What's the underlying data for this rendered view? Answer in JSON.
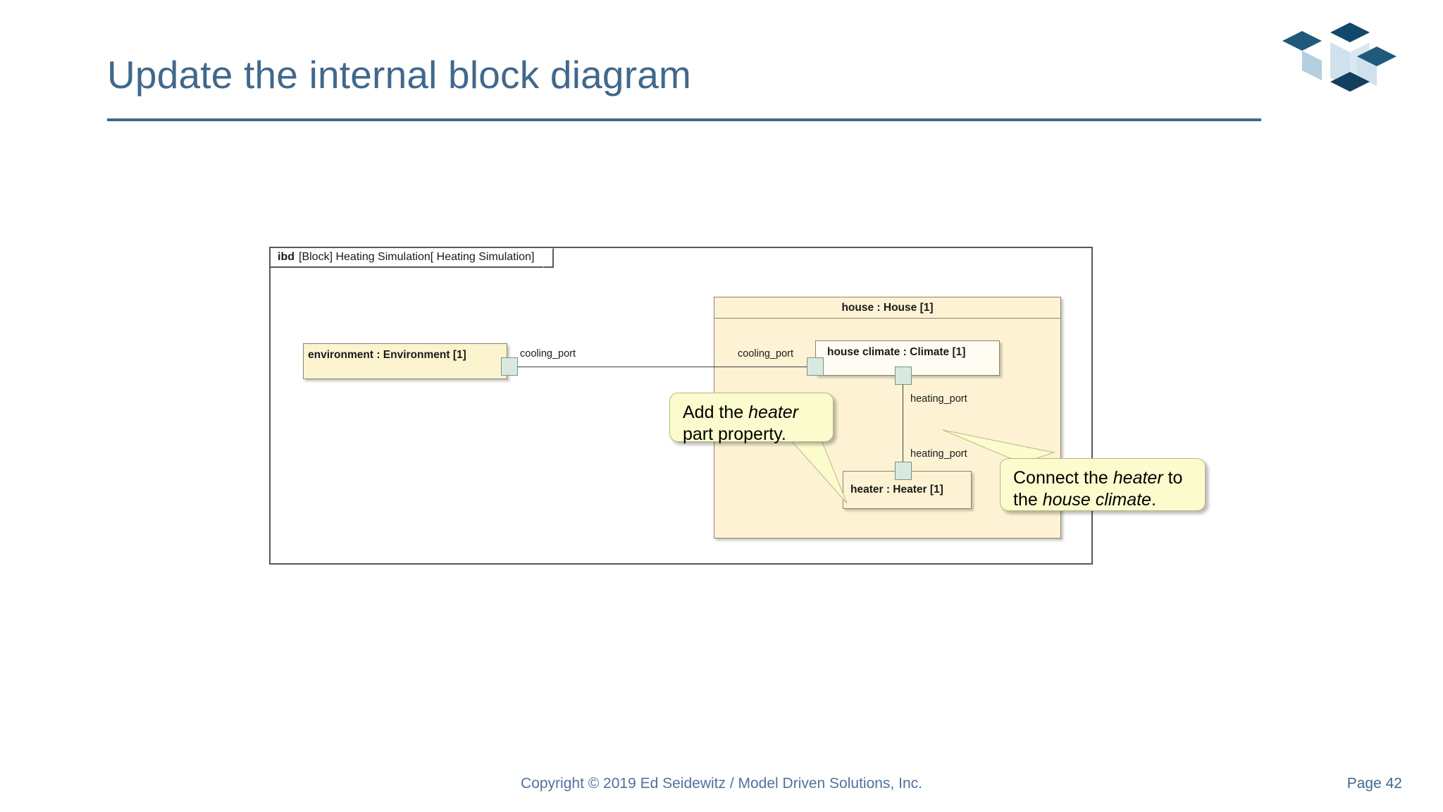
{
  "slide": {
    "title": "Update the internal block diagram",
    "accent_color": "#41688c",
    "page_label": "Page 42",
    "copyright": "Copyright © 2019 Ed Seidewitz / Model Driven Solutions, Inc."
  },
  "logo": {
    "name": "model-driven-solutions-logo",
    "dark_color": "#1f5a7d",
    "light_color": "#b3cfe0"
  },
  "diagram": {
    "header": {
      "keyword": "ibd",
      "text": "[Block] Heating Simulation[ Heating Simulation]"
    },
    "blocks": [
      {
        "id": "environment",
        "label": "environment : Environment [1]",
        "fill": "#fcf3cf"
      },
      {
        "id": "house",
        "label": "house : House [1]",
        "fill": "#fdf3d4"
      },
      {
        "id": "house_climate",
        "label": "house climate : Climate [1]",
        "fill": "#fffdf3"
      },
      {
        "id": "heater",
        "label": "heater : Heater [1]",
        "fill": "#fdf3d4"
      }
    ],
    "port_labels": {
      "environment_cooling": "cooling_port",
      "house_cooling": "cooling_port",
      "climate_heating": "heating_port",
      "heater_heating": "heating_port"
    },
    "port_fill": "#d8e9e2"
  },
  "callouts": {
    "add_heater": {
      "line1_a": "Add the ",
      "line1_em": "heater",
      "line2": "part property."
    },
    "connect_heater": {
      "line1_a": "Connect the ",
      "line1_em": "heater",
      "line1_b": " to",
      "line2_a": "the ",
      "line2_em": "house climate",
      "line2_b": "."
    }
  }
}
